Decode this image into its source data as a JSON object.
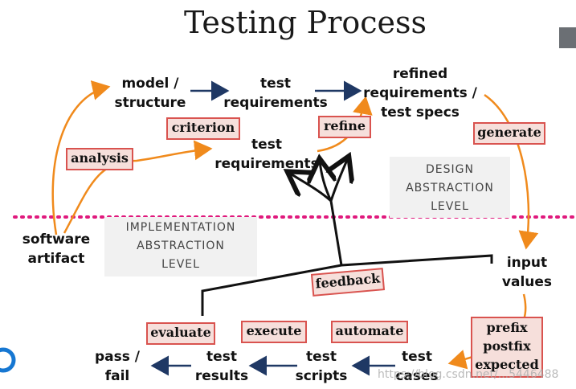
{
  "title": "Testing Process",
  "nodes": {
    "software_artifact": [
      "software",
      "artifact"
    ],
    "model_structure": [
      "model /",
      "structure"
    ],
    "test_requirements_top": [
      "test",
      "requirements"
    ],
    "refined_requirements": [
      "refined",
      "requirements /",
      "test specs"
    ],
    "test_requirements_mid": [
      "test",
      "requirements"
    ],
    "input_values": [
      "input",
      "values"
    ],
    "test_cases": [
      "test",
      "cases"
    ],
    "test_scripts": [
      "test",
      "scripts"
    ],
    "test_results": [
      "test",
      "results"
    ],
    "pass_fail": [
      "pass /",
      "fail"
    ]
  },
  "steps": {
    "analysis": "analysis",
    "criterion": "criterion",
    "refine": "refine",
    "generate": "generate",
    "feedback": "feedback",
    "evaluate": "evaluate",
    "execute": "execute",
    "automate": "automate",
    "prefix_postfix_expected": [
      "prefix",
      "postfix",
      "expected"
    ]
  },
  "levels": {
    "design": [
      "DESIGN",
      "ABSTRACTION",
      "LEVEL"
    ],
    "implementation": [
      "IMPLEMENTATION",
      "ABSTRACTION",
      "LEVEL"
    ]
  },
  "watermark": "https://blog.csdn.net/...5446488",
  "colors": {
    "orange_arrow": "#f08a1c",
    "navy_arrow": "#1f3864",
    "box_border": "#d9534f",
    "box_fill": "#f6dfdb",
    "divider": "#e0197d"
  }
}
